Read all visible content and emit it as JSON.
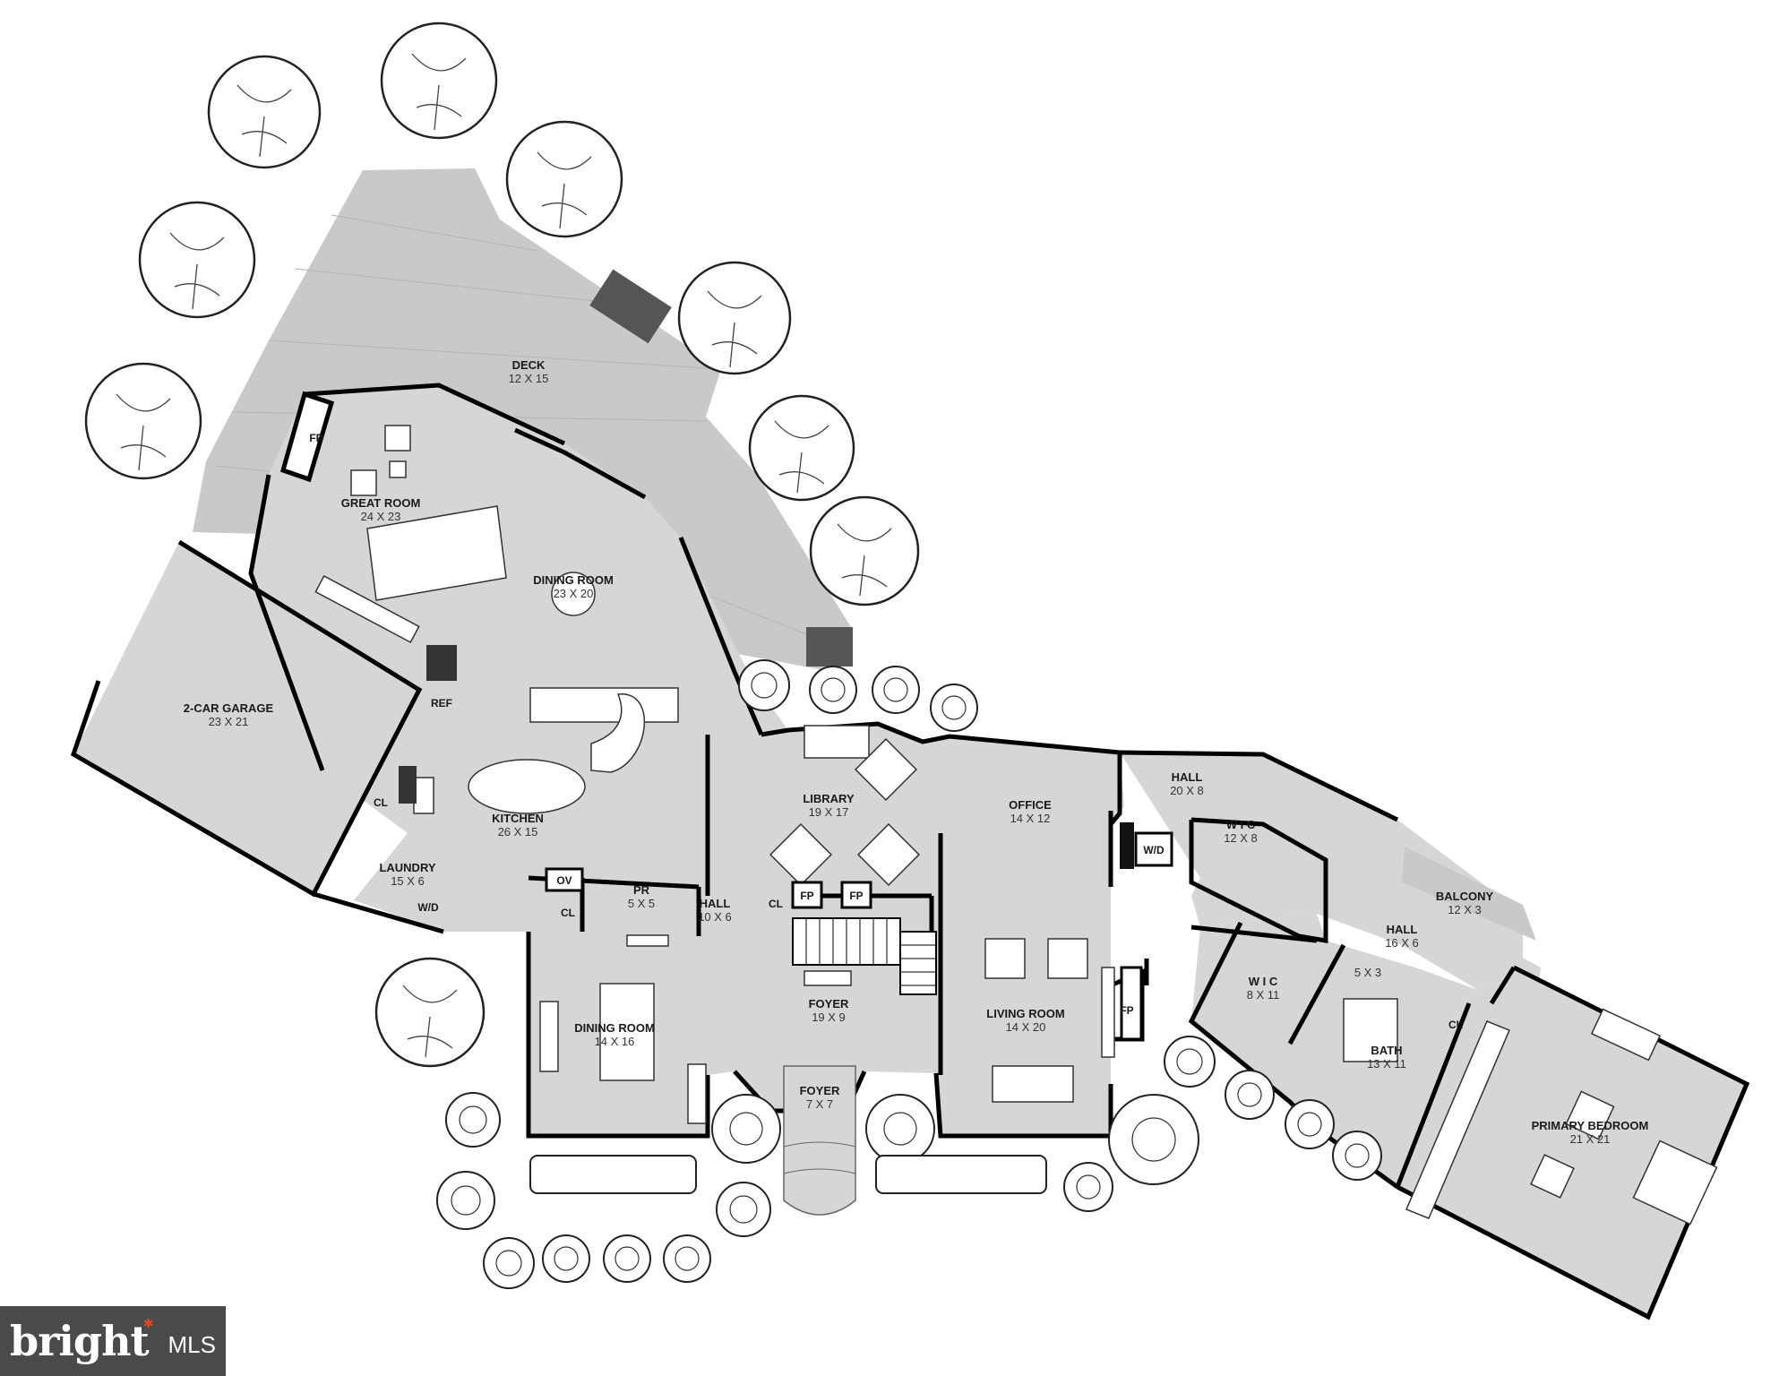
{
  "rooms": {
    "deck": {
      "name": "DECK",
      "dim": "12 X 15"
    },
    "great_room": {
      "name": "GREAT ROOM",
      "dim": "24 X 23"
    },
    "dining_room_upper": {
      "name": "DINING ROOM",
      "dim": "23 X 20"
    },
    "garage": {
      "name": "2-CAR GARAGE",
      "dim": "23 X 21"
    },
    "kitchen": {
      "name": "KITCHEN",
      "dim": "26 X 15"
    },
    "library": {
      "name": "LIBRARY",
      "dim": "19 X 17"
    },
    "office": {
      "name": "OFFICE",
      "dim": "14 X 12"
    },
    "hall_upper": {
      "name": "HALL",
      "dim": "20 X 8"
    },
    "wic_upper": {
      "name": "W I C",
      "dim": "12 X 8"
    },
    "laundry": {
      "name": "LAUNDRY",
      "dim": "15 X 6"
    },
    "pr": {
      "name": "PR",
      "dim": "5 X 5"
    },
    "hall_center": {
      "name": "HALL",
      "dim": "10 X 6"
    },
    "dining_room_lower": {
      "name": "DINING ROOM",
      "dim": "14 X 16"
    },
    "foyer_main": {
      "name": "FOYER",
      "dim": "19 X 9"
    },
    "foyer_entry": {
      "name": "FOYER",
      "dim": "7 X 7"
    },
    "living_room": {
      "name": "LIVING ROOM",
      "dim": "14 X 20"
    },
    "balcony": {
      "name": "BALCONY",
      "dim": "12 X 3"
    },
    "hall_right": {
      "name": "HALL",
      "dim": "16 X 6"
    },
    "wic_lower": {
      "name": "W I C",
      "dim": "8 X 11"
    },
    "bath": {
      "name": "BATH",
      "dim": "13 X 11"
    },
    "primary_bedroom": {
      "name": "PRIMARY BEDROOM",
      "dim": "21 X 21"
    }
  },
  "tags": {
    "fp_great": "FP",
    "fp_living": "FP",
    "fp_a": "FP",
    "fp_b": "FP",
    "ref": "REF",
    "cl_garage": "CL",
    "cl_hall": "CL",
    "cl_dining": "CL",
    "cl_bath": "CL",
    "ov": "OV",
    "wd_laundry": "W/D",
    "wd_hall": "W/D",
    "closet_5x3": "5 X 3"
  },
  "logo": {
    "brand": "bright",
    "suffix": "MLS"
  }
}
